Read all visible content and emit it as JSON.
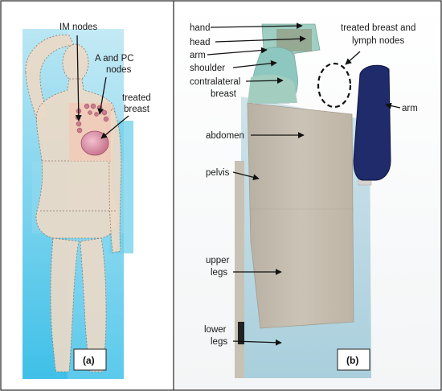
{
  "panel_a": {
    "tag": "(a)",
    "labels": {
      "im_nodes": "IM nodes",
      "a_pc_line1": "A and PC",
      "a_pc_line2": "nodes",
      "treated_line1": "treated",
      "treated_line2": "breast"
    }
  },
  "panel_b": {
    "tag": "(b)",
    "labels": {
      "hand": "hand",
      "head": "head",
      "arm_left": "arm",
      "shoulder": "shoulder",
      "contralateral_line1": "contralateral",
      "contralateral_line2": "breast",
      "abdomen": "abdomen",
      "pelvis": "pelvis",
      "upper_legs_line1": "upper",
      "upper_legs_line2": "legs",
      "lower_legs_line1": "lower",
      "lower_legs_line2": "legs",
      "treated_nodes_line1": "treated breast and",
      "treated_nodes_line2": "lymph nodes",
      "arm_right": "arm"
    }
  },
  "colors": {
    "table_blue": "#5fc8e6",
    "body_tan": "#e8d5c4",
    "phantom_beige": "#c9bfb0",
    "arm_rest_navy": "#1f2b6b",
    "head_teal": "#8fc4b8",
    "breast_pink": "#d98fa8"
  }
}
